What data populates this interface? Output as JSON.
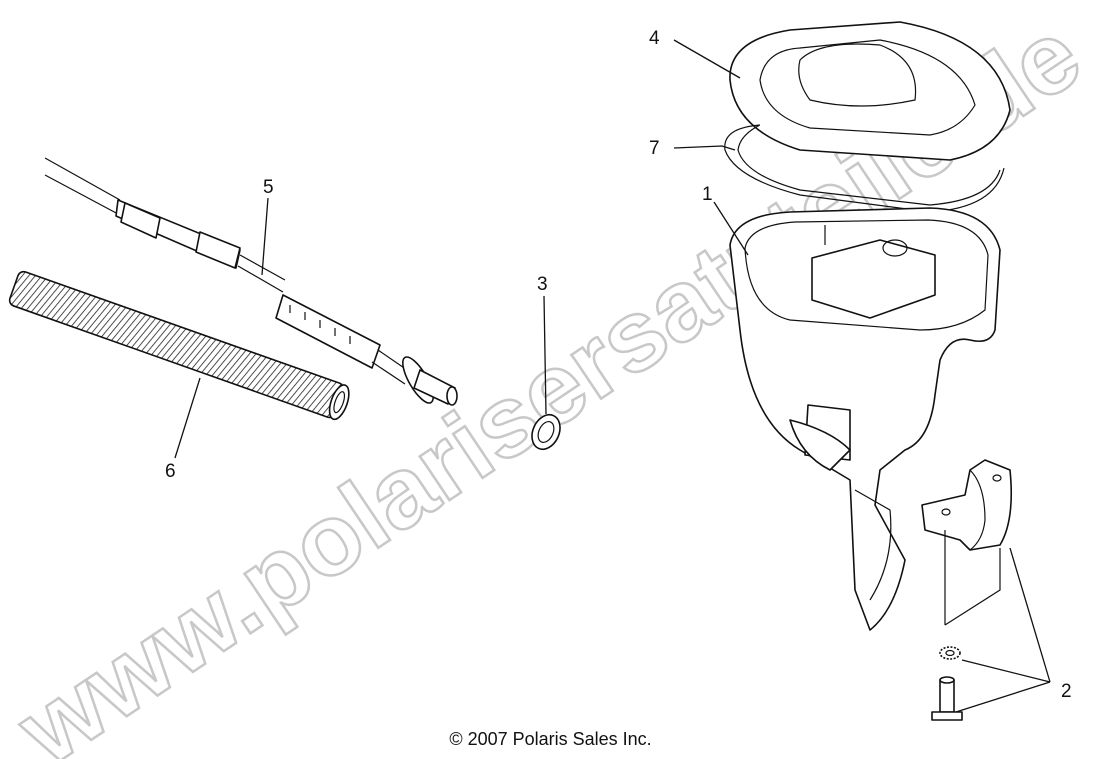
{
  "diagram": {
    "callouts": [
      {
        "id": "1",
        "label": "1"
      },
      {
        "id": "2",
        "label": "2"
      },
      {
        "id": "3",
        "label": "3"
      },
      {
        "id": "4",
        "label": "4"
      },
      {
        "id": "5",
        "label": "5"
      },
      {
        "id": "6",
        "label": "6"
      },
      {
        "id": "7",
        "label": "7"
      }
    ],
    "watermark": "www.polarisersatzteile.de",
    "copyright": "© 2007 Polaris Sales Inc."
  }
}
